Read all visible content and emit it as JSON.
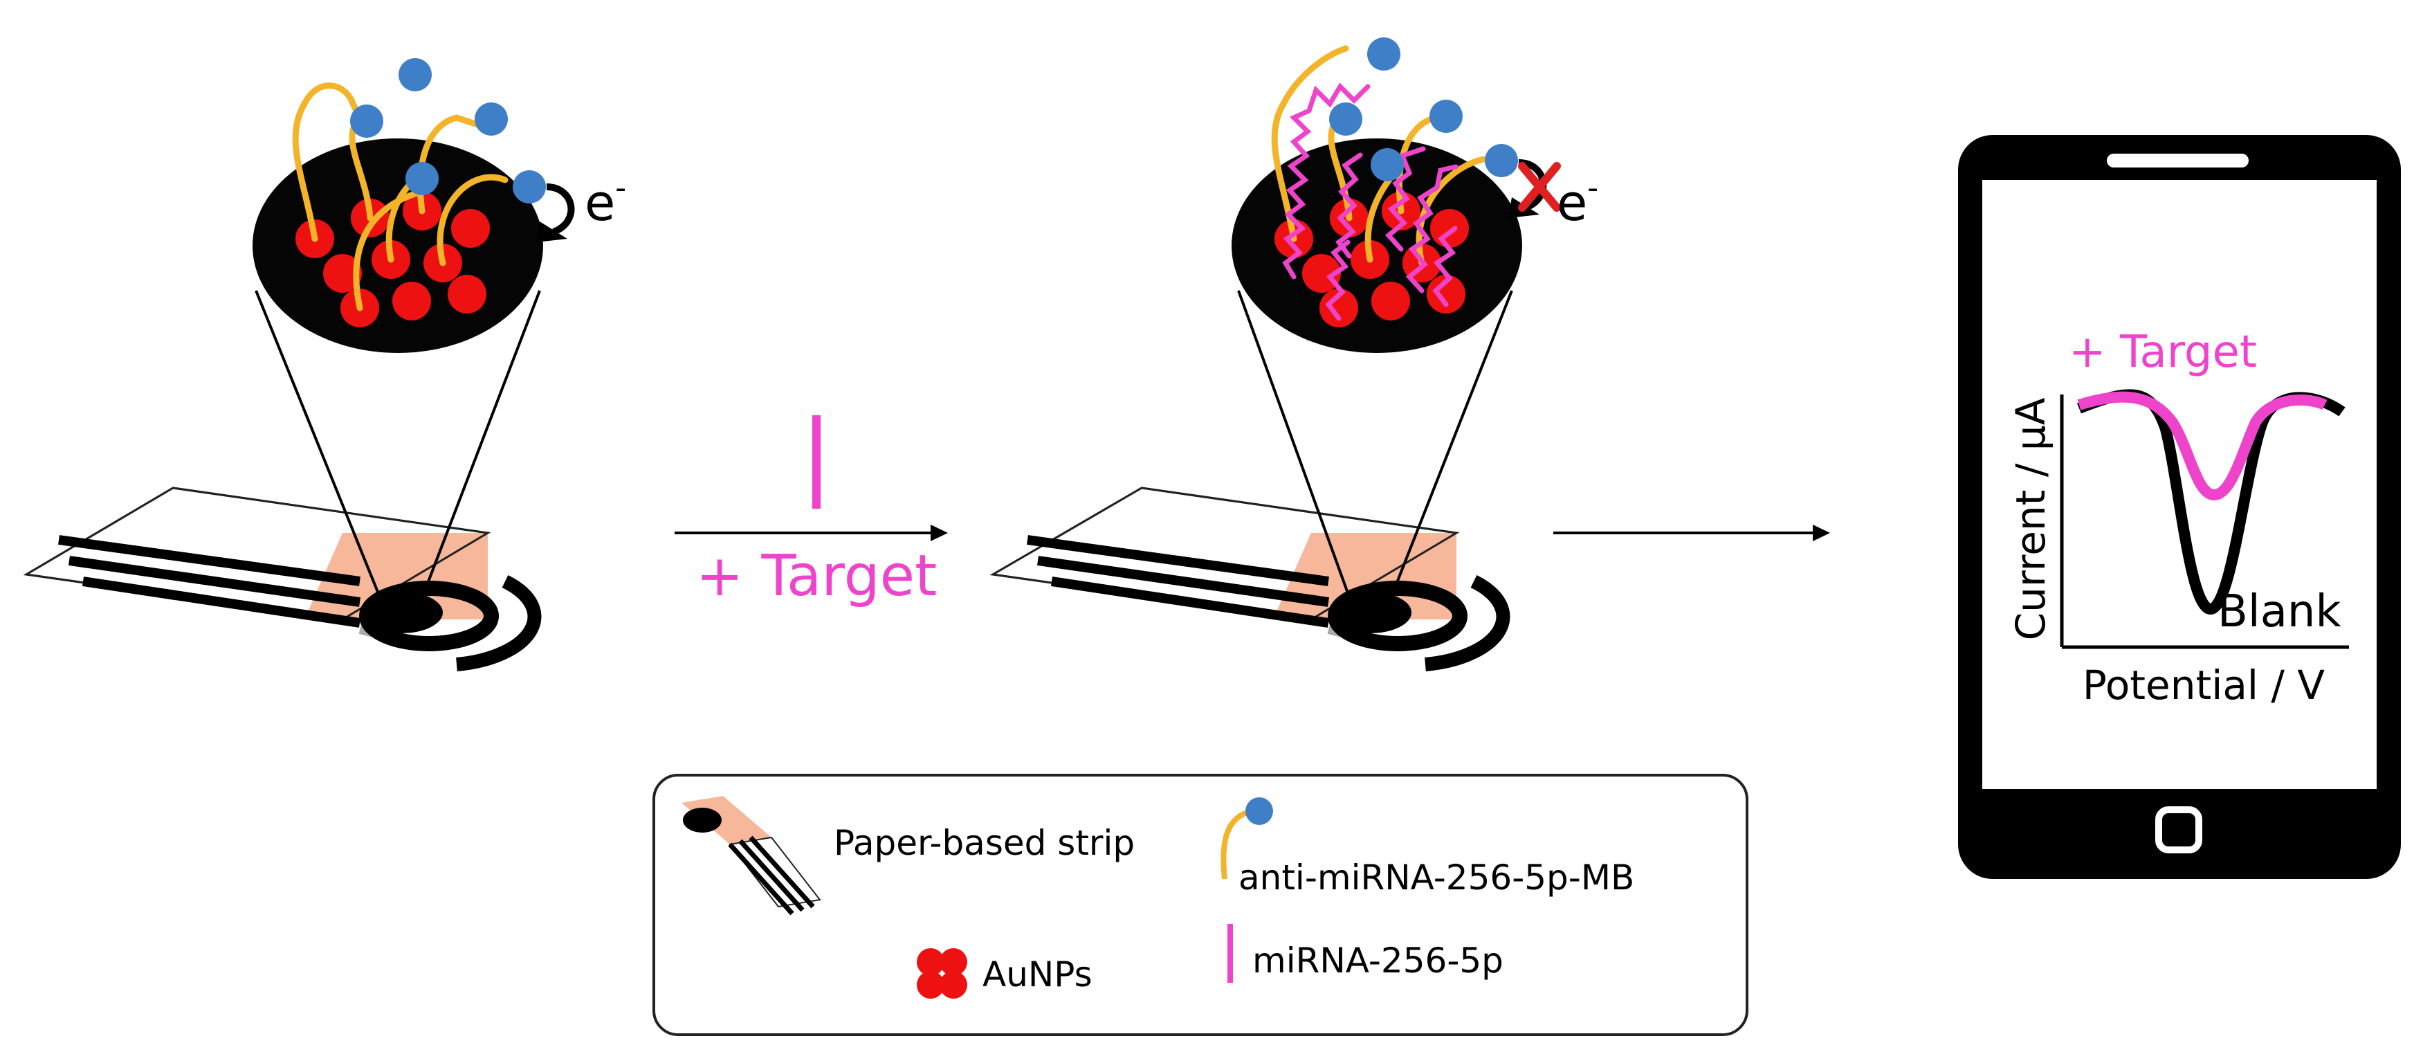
{
  "left_panel": {
    "electron_label": "e",
    "electron_superscript": "-"
  },
  "middle_panel": {
    "electron_label": "e",
    "electron_superscript": "-"
  },
  "step_arrow": {
    "label": "+ Target"
  },
  "phone": {
    "plot": {
      "ylabel": "Current / μA",
      "xlabel": "Potential / V",
      "series": [
        {
          "name": "+ Target",
          "color": "#ee44cc"
        },
        {
          "name": "Blank",
          "color": "#000000"
        }
      ]
    }
  },
  "legend": {
    "items": [
      {
        "label": "Paper-based strip",
        "icon": "paper-strip-icon"
      },
      {
        "label": "anti-miRNA-256-5p-MB",
        "icon": "probe-icon"
      },
      {
        "label": "AuNPs",
        "icon": "aunps-icon"
      },
      {
        "label": "miRNA-256-5p",
        "icon": "mirna-icon"
      }
    ]
  },
  "colors": {
    "gold_nanoparticle": "#ee1111",
    "probe_strand": "#f4b42a",
    "methylene_blue": "#3f7fc8",
    "target_mirna": "#ee44cc",
    "electrode_pad": "#f6b79a",
    "electrode_black": "#000000"
  }
}
